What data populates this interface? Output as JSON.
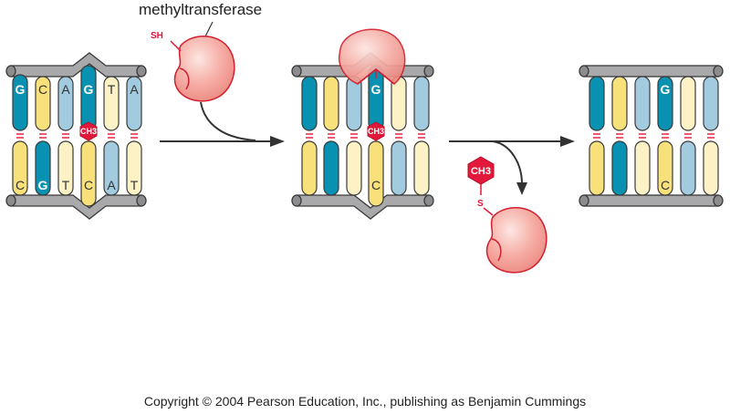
{
  "labels": {
    "enzyme": "methyltransferase",
    "thiol": "SH",
    "sulfur": "S",
    "methyl_group": "CH3",
    "copyright": "Copyright © 2004 Pearson Education, Inc., publishing as Benjamin Cummings"
  },
  "panels": [
    {
      "id": "before",
      "top_letters": [
        "G",
        "C",
        "A",
        "G",
        "T",
        "A"
      ],
      "bottom_letters": [
        "C",
        "G",
        "T",
        "C",
        "A",
        "T"
      ]
    },
    {
      "id": "bound",
      "top_letters": [
        "",
        "",
        "",
        "G",
        "",
        ""
      ],
      "bottom_letters": [
        "",
        "",
        "",
        "C",
        "",
        ""
      ]
    },
    {
      "id": "after",
      "top_letters": [
        "",
        "",
        "",
        "G",
        "",
        ""
      ],
      "bottom_letters": [
        "",
        "",
        "",
        "C",
        "",
        ""
      ]
    }
  ],
  "colors": {
    "G": "#0891b0",
    "C": "#f8e07a",
    "A": "#a3cbe0",
    "T": "#fdf2c6",
    "methyl": "#e3193b",
    "enzyme": "#f5a09a",
    "rail": "#a9a9ab"
  },
  "icons": [
    "enzyme-blob-icon",
    "methyl-hexagon-icon",
    "reaction-arrow-icon"
  ]
}
